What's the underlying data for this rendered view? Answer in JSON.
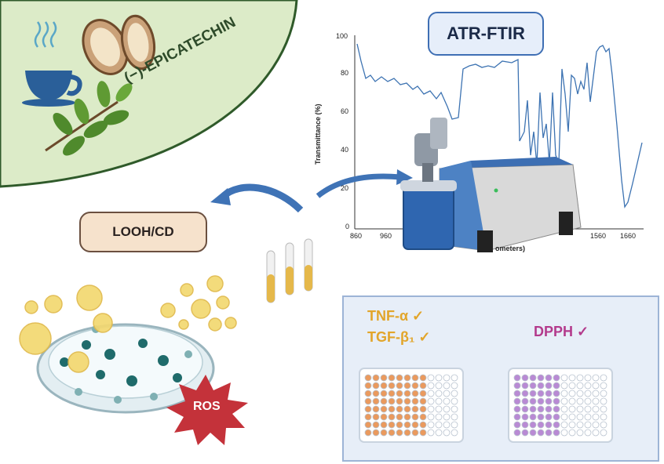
{
  "labels": {
    "atr_ftir": "ATR-FTIR",
    "epicatechin": "(−)-EPICATECHIN",
    "looh_cd": "LOOH/CD",
    "ros": "ROS",
    "tnf": "TNF-α ✓",
    "tgf": "TGF-β₁ ✓",
    "dpph": "DPPH ✓"
  },
  "spectrum": {
    "ylabel": "Transmittance (%)",
    "xlabel_visible": "ometers)",
    "y_ticks": [
      "100",
      "80",
      "60",
      "40",
      "20",
      "0"
    ],
    "x_ticks": [
      "860",
      "960",
      "1560",
      "1660"
    ],
    "ylim": [
      0,
      100
    ],
    "xlim": [
      860,
      1700
    ]
  },
  "colors": {
    "green_panel": "#dcebc8",
    "green_border": "#2f5a2a",
    "spectrum_line": "#3d73b2",
    "assay_panel": "#e7eef8",
    "tnf_wells": "#ea9a5e",
    "dpph_wells": "#b98ad4",
    "ros_burst": "#c4323a",
    "arrow": "#3f73b6"
  }
}
